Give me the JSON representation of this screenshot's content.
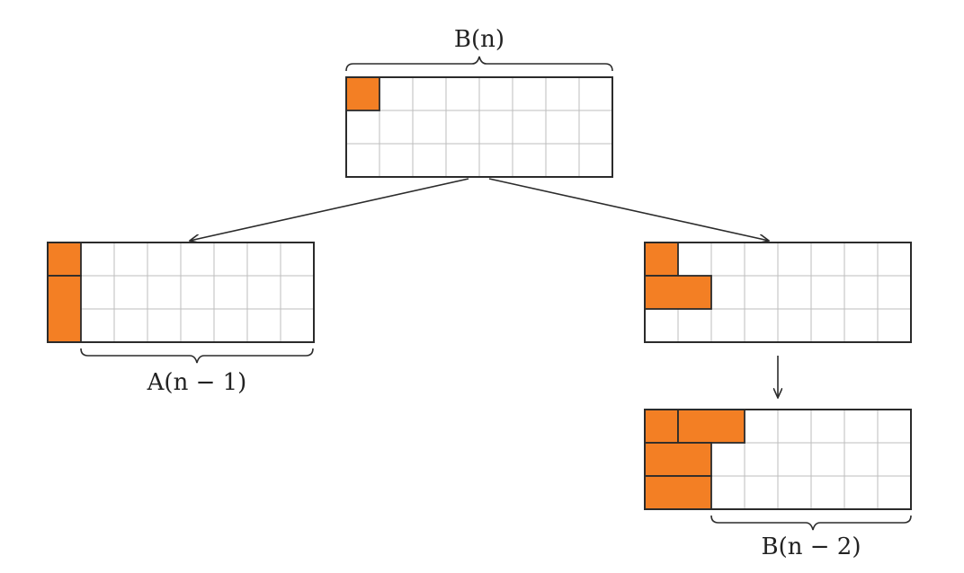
{
  "diagram": {
    "colors": {
      "tile": "#f37f24",
      "grid": "#bdbdbd",
      "border": "#2b2b2b",
      "arrow": "#2b2b2b"
    },
    "grid_size": {
      "rows": 3,
      "cols": 8
    },
    "labels": {
      "top": "B(n)",
      "left": "A(n − 1)",
      "bottom_right": "B(n − 2)"
    },
    "grids": [
      {
        "id": "root",
        "tiles": [
          {
            "r": 0,
            "c": 0,
            "w": 1,
            "h": 1
          }
        ]
      },
      {
        "id": "left-branch",
        "tiles": [
          {
            "r": 0,
            "c": 0,
            "w": 1,
            "h": 1
          },
          {
            "r": 1,
            "c": 0,
            "w": 1,
            "h": 2
          }
        ]
      },
      {
        "id": "right-branch",
        "tiles": [
          {
            "r": 0,
            "c": 0,
            "w": 1,
            "h": 1
          },
          {
            "r": 1,
            "c": 0,
            "w": 2,
            "h": 1
          }
        ]
      },
      {
        "id": "bottom-right",
        "tiles": [
          {
            "r": 0,
            "c": 0,
            "w": 1,
            "h": 1
          },
          {
            "r": 0,
            "c": 1,
            "w": 2,
            "h": 1
          },
          {
            "r": 1,
            "c": 0,
            "w": 2,
            "h": 1
          },
          {
            "r": 2,
            "c": 0,
            "w": 2,
            "h": 1
          }
        ]
      }
    ]
  }
}
